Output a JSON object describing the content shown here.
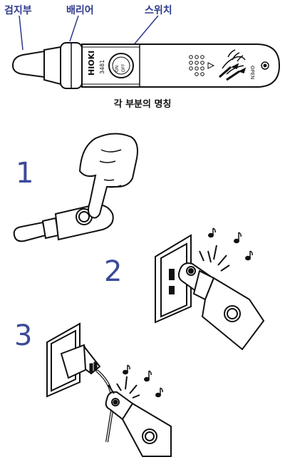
{
  "callouts": {
    "sensor": "검지부",
    "barrier": "배리어",
    "switch": "스위치"
  },
  "caption": "각 부분의 명칭",
  "device": {
    "brand": "HIOKI",
    "model": "3481",
    "switch_on": "ON",
    "switch_off": "OFF",
    "open_label": "OPEN"
  },
  "steps": [
    "1",
    "2",
    "3"
  ]
}
